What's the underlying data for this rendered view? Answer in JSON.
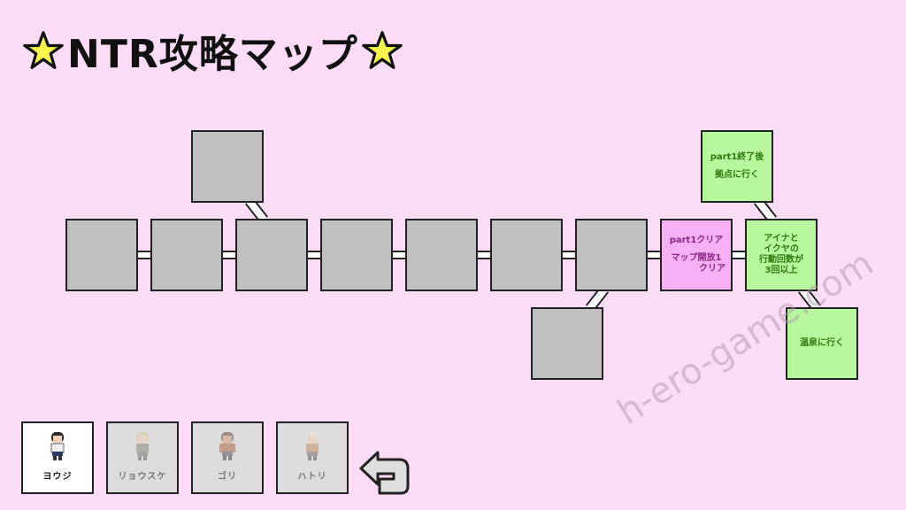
{
  "header": {
    "title": "NTR攻略マップ",
    "star_color": "#f6f74a"
  },
  "map": {
    "locked_color": "#c0c0c0",
    "cleared_color": "#f8b0f4",
    "available_color": "#b7f79d",
    "nodes": [
      {
        "id": "n1",
        "state": "locked",
        "lines": []
      },
      {
        "id": "n2",
        "state": "locked",
        "lines": []
      },
      {
        "id": "n3",
        "state": "locked",
        "lines": []
      },
      {
        "id": "n4",
        "state": "locked",
        "lines": []
      },
      {
        "id": "n5",
        "state": "locked",
        "lines": []
      },
      {
        "id": "n6",
        "state": "locked",
        "lines": []
      },
      {
        "id": "n7",
        "state": "locked",
        "lines": []
      },
      {
        "id": "n8",
        "state": "cleared",
        "lines": [
          "part1クリア",
          "マップ開放1",
          "クリア"
        ]
      },
      {
        "id": "n9",
        "state": "available",
        "lines": [
          "アイナと",
          "イクヤの",
          "行動回数が",
          "3回以上"
        ]
      },
      {
        "id": "n_top",
        "state": "locked",
        "lines": []
      },
      {
        "id": "n_bottom",
        "state": "locked",
        "lines": []
      },
      {
        "id": "n_upper_right",
        "state": "available",
        "lines": [
          "part1終了後",
          "拠点に行く"
        ]
      },
      {
        "id": "n_lower_right",
        "state": "available",
        "lines": [
          "温泉に行く"
        ]
      }
    ]
  },
  "characters": [
    {
      "name": "ヨウジ",
      "active": true
    },
    {
      "name": "リョウスケ",
      "active": false
    },
    {
      "name": "ゴリ",
      "active": false
    },
    {
      "name": "ハトリ",
      "active": false
    }
  ],
  "back_button": {
    "icon": "back-arrow-icon"
  },
  "watermark": "h-ero-game.com"
}
